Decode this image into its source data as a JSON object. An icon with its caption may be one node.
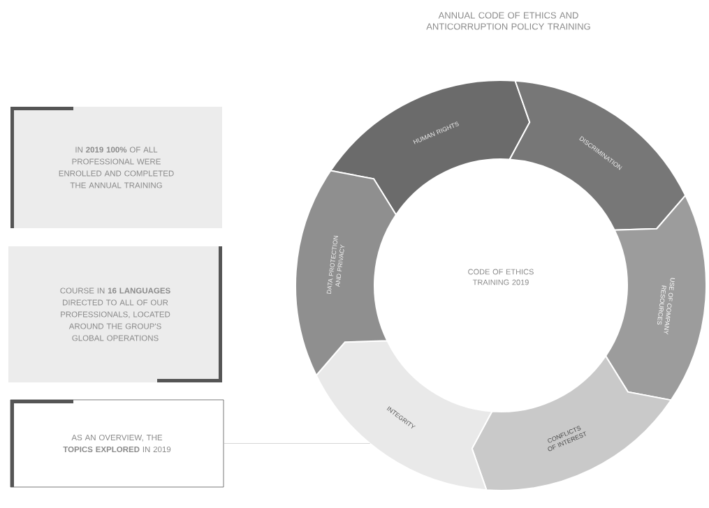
{
  "diagram": {
    "title": "ANNUAL CODE OF ETHICS AND ANTICORRUPTION POLICY TRAINING",
    "nodes": [
      {
        "text": [
          "IN **2019 100%** OF ALL PROFESSIONAL WERE ENROLLED AND COMPLETED THE ANNUAL TRAINING"
        ]
      },
      {
        "text": [
          "COURSE IN **16 LANGUAGES** DIRECTED TO ALL OF OUR PROFESSIONALS, LOCATED AROUND THE GROUP'S GLOBAL OPERATIONS"
        ]
      },
      {
        "text": [
          "AS AN OVERVIEW, THE **TOPICS EXPLORED** IN 2019"
        ]
      },
      {
        "text": [
          "HUMAN RIGHTS"
        ]
      },
      {
        "text": [
          "DISCRIMINATION"
        ]
      },
      {
        "text": [
          "USE OF COMPANY RESOURCES"
        ]
      },
      {
        "text": [
          "CONFLICTS OF INTEREST"
        ]
      },
      {
        "text": [
          "INTEGRITY"
        ]
      },
      {
        "text": [
          "DATA PROTECTION AND PRIVACY"
        ]
      }
    ],
    "edges": [
      {
        "from": 2,
        "to": 7,
        "arrow": "none"
      }
    ],
    "labels": [
      "CODE OF ETHICS TRAINING 2019"
    ]
  }
}
